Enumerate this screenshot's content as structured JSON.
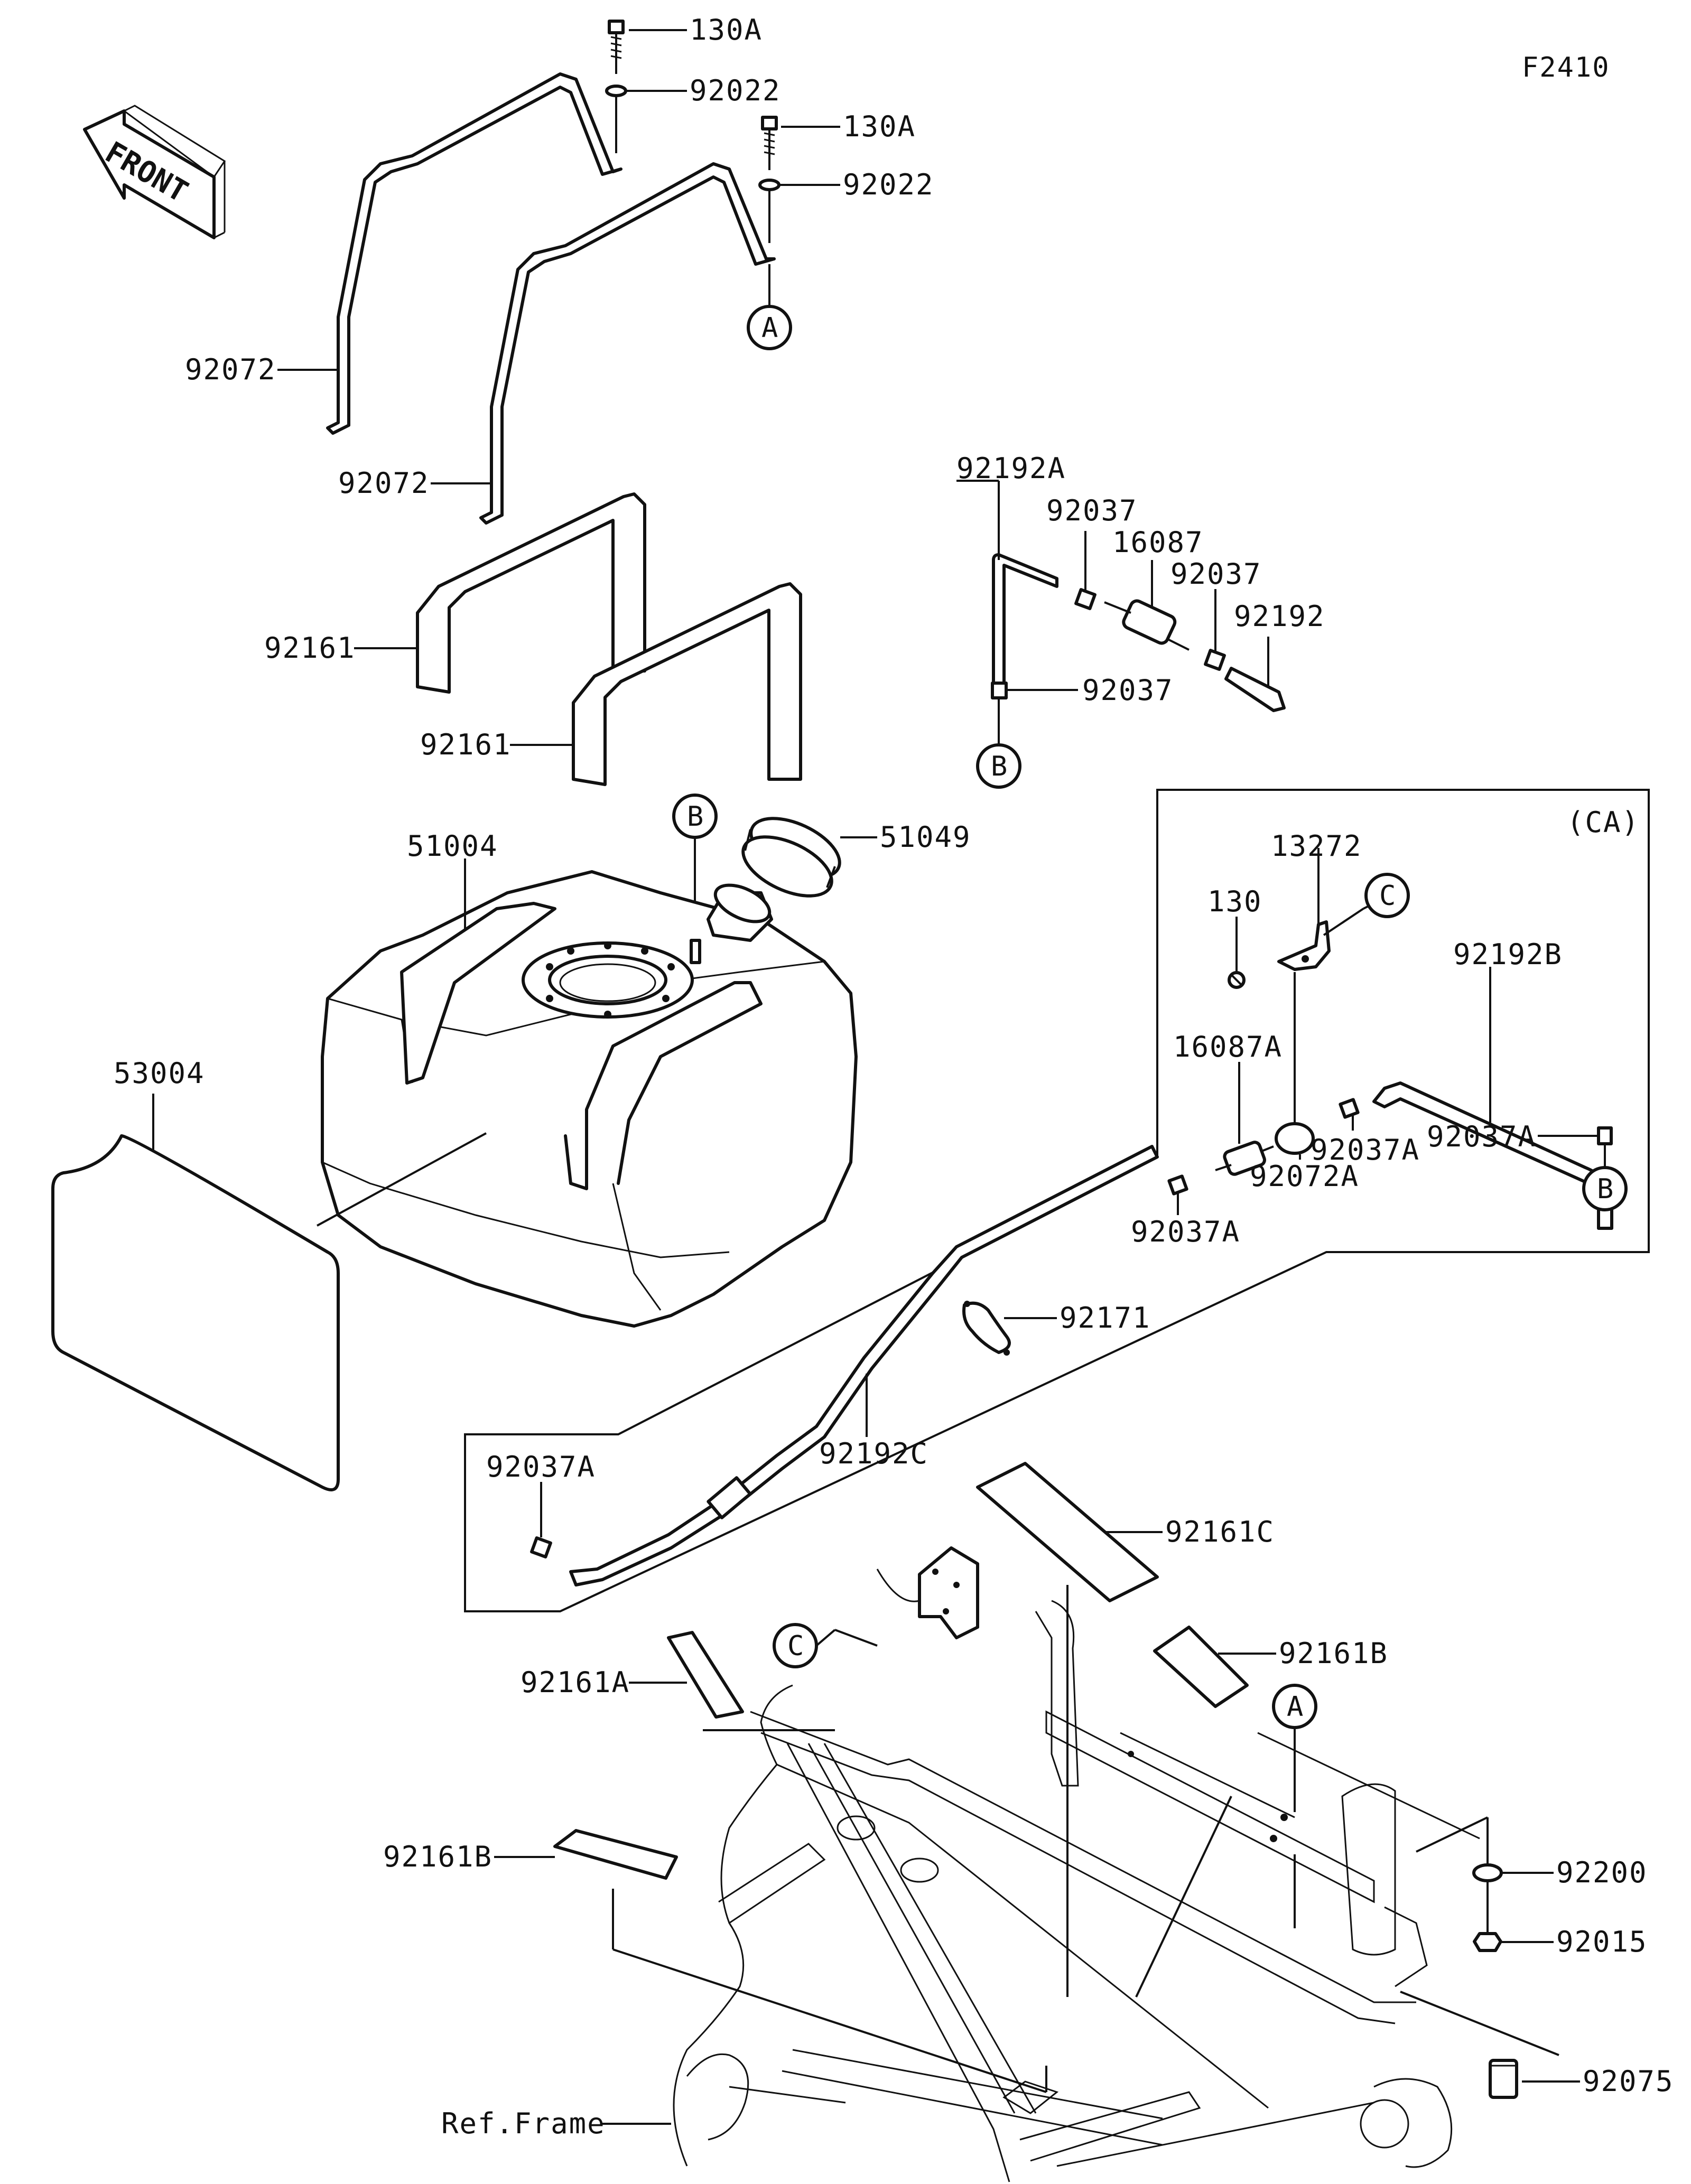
{
  "figure_code": "F2410",
  "front_label": "FRONT",
  "variant_box_label": "(CA)",
  "parts": {
    "p130A_a": "130A",
    "p92022_a": "92022",
    "p130A_b": "130A",
    "p92022_b": "92022",
    "p92072_a": "92072",
    "p92072_b": "92072",
    "p92161_a": "92161",
    "p92161_b": "92161",
    "p92192A": "92192A",
    "p92037_a": "92037",
    "p16087": "16087",
    "p92037_b": "92037",
    "p92192": "92192",
    "p92037_c": "92037",
    "p51049": "51049",
    "p51004": "51004",
    "p53004": "53004",
    "p13272": "13272",
    "p130": "130",
    "p92192B": "92192B",
    "p16087A": "16087A",
    "p92037A_a": "92037A",
    "p92037A_b": "92037A",
    "p92072A": "92072A",
    "p92037A_c": "92037A",
    "p92171": "92171",
    "p92192C": "92192C",
    "p92037A_d": "92037A",
    "p92161C": "92161C",
    "p92161B_a": "92161B",
    "p92161A": "92161A",
    "p92161B_b": "92161B",
    "p92200": "92200",
    "p92015": "92015",
    "p92075": "92075",
    "ref_frame": "Ref.Frame"
  },
  "callouts": {
    "A_top": "A",
    "A_frame": "A",
    "B_hose": "B",
    "B_tank": "B",
    "B_ca": "B",
    "C_ca": "C",
    "C_frame": "C"
  }
}
